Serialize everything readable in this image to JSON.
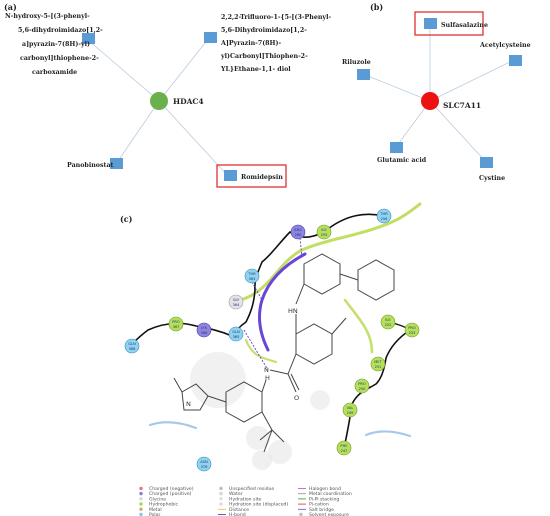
{
  "panel_a": {
    "label": "(a)",
    "hub": "HDAC4",
    "nodes": [
      {
        "id": "a1",
        "lines": [
          "N-hydroxy-5-[(3-phenyl-",
          "5,6-dihydroimidazo[1,2-",
          "a]pyrazin-7(8H)-yl)",
          "carbonyl]thiophene-2-",
          "carboxamide"
        ]
      },
      {
        "id": "a2",
        "lines": [
          "2,2,2-Trifluoro-1-{5-[(3-Phenyl-",
          "5,6-Dihydroimidazo[1,2-",
          "A]Pyrazin-7(8H)-",
          "yl)Carbonyl]Thiophen-2-",
          "YL}Ethane-1,1- diol"
        ]
      },
      {
        "id": "a3",
        "lines": [
          "Panobinostat"
        ]
      },
      {
        "id": "a4",
        "lines": [
          "Romidepsin"
        ],
        "highlighted": true
      }
    ]
  },
  "panel_b": {
    "label": "(b)",
    "hub": "SLC7A11",
    "nodes": [
      {
        "id": "b1",
        "lines": [
          "Sulfasalazine"
        ],
        "highlighted": true
      },
      {
        "id": "b2",
        "lines": [
          "Riluzole"
        ]
      },
      {
        "id": "b3",
        "lines": [
          "Acetylcysteine"
        ]
      },
      {
        "id": "b4",
        "lines": [
          "Glutamic acid"
        ]
      },
      {
        "id": "b5",
        "lines": [
          "Cystine"
        ]
      }
    ]
  },
  "panel_c": {
    "label": "(c)",
    "residues": [
      {
        "id": "THR256",
        "name": "THR",
        "num": "256",
        "type": "polar"
      },
      {
        "id": "ILE255",
        "name": "ILE",
        "num": "255",
        "type": "hydrophobic"
      },
      {
        "id": "ARG260",
        "name": "ARG",
        "num": "260",
        "type": "positive"
      },
      {
        "id": "THR363",
        "name": "THR",
        "num": "363",
        "type": "polar"
      },
      {
        "id": "GLY364",
        "name": "GLY",
        "num": "364",
        "type": "glycine"
      },
      {
        "id": "PRO367",
        "name": "PRO",
        "num": "367",
        "type": "hydrophobic"
      },
      {
        "id": "LYS366",
        "name": "LYS",
        "num": "366",
        "type": "positive"
      },
      {
        "id": "GLN365",
        "name": "GLN",
        "num": "365",
        "type": "polar"
      },
      {
        "id": "GLN368",
        "name": "GLN",
        "num": "368",
        "type": "polar"
      },
      {
        "id": "ILE252",
        "name": "ILE",
        "num": "252",
        "type": "hydrophobic"
      },
      {
        "id": "PRO253",
        "name": "PRO",
        "num": "253",
        "type": "hydrophobic"
      },
      {
        "id": "MET251",
        "name": "MET",
        "num": "251",
        "type": "hydrophobic"
      },
      {
        "id": "PRO250",
        "name": "PRO",
        "num": "250",
        "type": "hydrophobic"
      },
      {
        "id": "VAL249",
        "name": "VAL",
        "num": "249",
        "type": "hydrophobic"
      },
      {
        "id": "PHE247",
        "name": "PHE",
        "num": "247",
        "type": "hydrophobic"
      },
      {
        "id": "ASN376",
        "name": "ASN",
        "num": "376",
        "type": "polar"
      }
    ],
    "atoms": {
      "hn": "HN",
      "nh": "N",
      "h": "H",
      "o": "O",
      "n": "N"
    },
    "legend": [
      {
        "label": "Charged (negative)",
        "color": "#e07a7a",
        "kind": "dot"
      },
      {
        "label": "Charged (positive)",
        "color": "#8a7fd4",
        "kind": "dot"
      },
      {
        "label": "Glycine",
        "color": "#d8d8d8",
        "kind": "dot"
      },
      {
        "label": "Hydrophobic",
        "color": "#a8d84a",
        "kind": "dot"
      },
      {
        "label": "Metal",
        "color": "#c8b06a",
        "kind": "dot"
      },
      {
        "label": "Polar",
        "color": "#7fc8e8",
        "kind": "dot"
      },
      {
        "label": "Unspecified residue",
        "color": "#bbbbbb",
        "kind": "dot"
      },
      {
        "label": "Water",
        "color": "#c8d8e8",
        "kind": "dot"
      },
      {
        "label": "Hydration site",
        "color": "#dddddd",
        "kind": "dot"
      },
      {
        "label": "Hydration site (displaced)",
        "color": "#dddddd",
        "kind": "dot"
      },
      {
        "label": "Distance",
        "color": "#e8c840",
        "kind": "line"
      },
      {
        "label": "H-bond",
        "color": "#6a3fb8",
        "kind": "line"
      },
      {
        "label": "Halogen bond",
        "color": "#c060c0",
        "kind": "line"
      },
      {
        "label": "Metal coordination",
        "color": "#999999",
        "kind": "line"
      },
      {
        "label": "Pi-Pi stacking",
        "color": "#40a040",
        "kind": "line"
      },
      {
        "label": "Pi-cation",
        "color": "#e04040",
        "kind": "line"
      },
      {
        "label": "Salt bridge",
        "color": "#9050c0",
        "kind": "line"
      },
      {
        "label": "Solvent exposure",
        "color": "#bbbbbb",
        "kind": "dot"
      }
    ]
  },
  "colors": {
    "hub_a": "#6ab04c",
    "hub_b": "#ee1111",
    "node": "#5b9bd5",
    "edge": "#b8cce0",
    "highlight": "#dd2222",
    "polar": "#8fd3f0",
    "hydrophobic": "#b6e05a",
    "positive": "#8f84e0",
    "glycine": "#e4e4e4",
    "pocket_green": "#b7d84b",
    "pocket_purple": "#6a45d8",
    "pocket_blue": "#a8c8e8"
  }
}
